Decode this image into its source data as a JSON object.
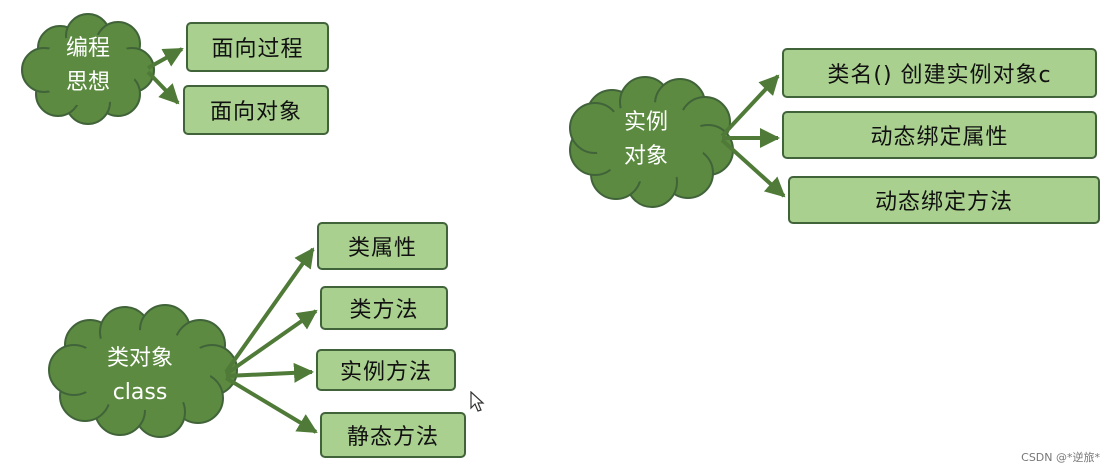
{
  "clouds": {
    "programming": {
      "line1": "编程",
      "line2": "思想"
    },
    "class_object": {
      "line1": "类对象",
      "line2": "class"
    },
    "instance": {
      "line1": "实例",
      "line2": "对象"
    }
  },
  "boxes": {
    "procedural": "面向过程",
    "oop": "面向对象",
    "class_attr": "类属性",
    "class_method": "类方法",
    "instance_method": "实例方法",
    "static_method": "静态方法",
    "create_instance": "类名()  创建实例对象c",
    "dyn_attr": "动态绑定属性",
    "dyn_method": "动态绑定方法"
  },
  "watermark": "CSDN @*逆旅*",
  "colors": {
    "cloud_fill": "#5b8a40",
    "cloud_stroke": "#41633a",
    "box_fill": "#a9d08e",
    "arrow": "#4f7a37"
  }
}
